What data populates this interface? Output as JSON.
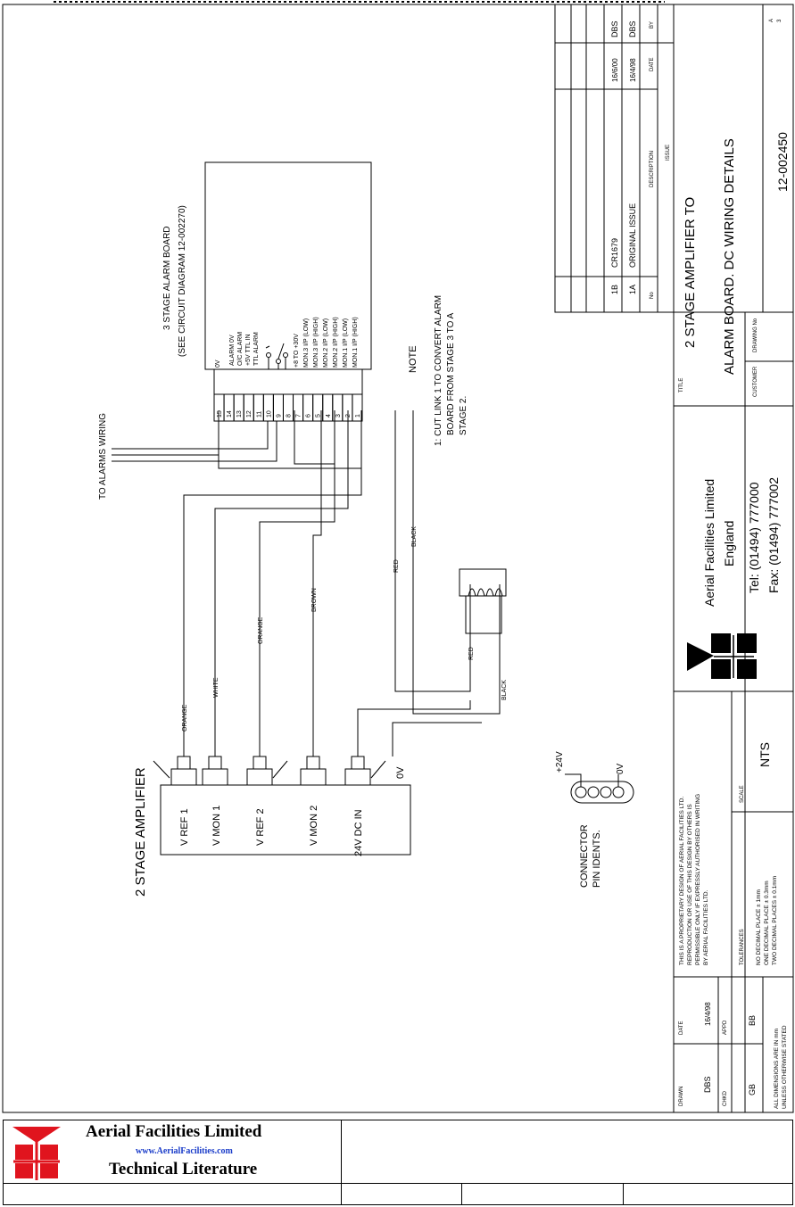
{
  "drawing": {
    "amplifier": {
      "title": "2  STAGE   AMPLIFIER",
      "ports": [
        "V REF 1",
        "V MON 1",
        "V REF 2",
        "V MON 2",
        "24V DC IN"
      ],
      "zero_v": "0V"
    },
    "alarm_board": {
      "title_line1": "3 STAGE ALARM BOARD",
      "title_line2": "(SEE CIRCUIT DIAGRAM 12-002270)",
      "pins": [
        "15",
        "14",
        "13",
        "12",
        "11",
        "10",
        "9",
        "8",
        "7",
        "6",
        "5",
        "4",
        "3",
        "2",
        "1"
      ],
      "labels": [
        "0V",
        "ALARM 0V",
        "O/C ALARM",
        "+5V TTL IN",
        "TTL ALARM",
        "+8 TO +30V",
        "MON.3 I/P (LOW)",
        "MON.3 I/P (HIGH)",
        "MON.2 I/P (LOW)",
        "MON.2 I/P (HIGH)",
        "MON.1 I/P (LOW)",
        "MON.1 I/P (HIGH)"
      ]
    },
    "to_alarms": "TO ALARMS WIRING",
    "note_title": "NOTE",
    "note_lines": [
      "1: CUT LINK 1 TO CONVERT ALARM",
      "BOARD FROM STAGE 3 TO A",
      "STAGE 2."
    ],
    "wires": {
      "orange1": "ORANGE",
      "white": "WHITE",
      "orange2": "ORANGE",
      "brown": "BROWN",
      "red_top": "RED",
      "black_top": "BLACK",
      "red_low": "RED",
      "black_low": "BLACK"
    },
    "connector": {
      "title_line1": "CONNECTOR",
      "title_line2": "PIN IDENTS.",
      "plus24": "+24V",
      "zero_v": "0V"
    }
  },
  "title_block": {
    "issue_table": {
      "rows": [
        {
          "no": "1B",
          "description": "CR1679",
          "date": "16/6/00",
          "by": "DBS"
        },
        {
          "no": "1A",
          "description": "ORIGINAL ISSUE",
          "date": "16/4/98",
          "by": "DBS"
        }
      ],
      "header": {
        "no": "No",
        "description": "DESCRIPTION",
        "date": "DATE",
        "by": "BY"
      },
      "footer_label": "ISSUE"
    },
    "title_label": "TITLE",
    "title_line1": "2 STAGE AMPLIFIER TO",
    "title_line2": "ALARM BOARD. DC WIRING DETAILS",
    "customer_label": "CUSTOMER",
    "drawing_no_label": "DRAWING No",
    "drawing_no": "12-002450",
    "sheet_size": "A",
    "sheet_num": "3",
    "company": {
      "name": "Aerial Facilities Limited",
      "country": "England",
      "tel": "Tel: (01494) 777000",
      "fax": "Fax: (01494) 777002"
    },
    "scale_label": "SCALE",
    "scale": "NTS",
    "proprietary": [
      "THIS IS A PROPRIETARY DESIGN OF AERIAL FACILITIES LTD.",
      "REPRODUCTION OR USE OF THIS DESIGN BY OTHERS IS",
      "PERMISSIBLE ONLY IF EXPRESSLY AUTHORISED IN WRITING",
      "BY AERIAL FACILITIES LTD."
    ],
    "tolerances_label": "TOLERANCES",
    "tolerances": [
      "NO DECIMAL PLACE ± 1mm",
      "ONE DECIMAL PLACE ± 0.3mm",
      "TWO DECIMAL PLACES ± 0.1mm"
    ],
    "drawn_label": "DRAWN",
    "drawn": "DBS",
    "date_label": "DATE",
    "date": "16/4/98",
    "chkd_label": "CHKD",
    "chkd": "GB",
    "appd_label": "APPD",
    "appd": "BB",
    "dims_line1": "ALL DIMENSIONS ARE IN mm",
    "dims_line2": "UNLESS OTHERWISE STATED"
  },
  "footer": {
    "company": "Aerial  Facilities  Limited",
    "url": "www.AerialFacilities.com",
    "literature": "Technical Literature"
  }
}
